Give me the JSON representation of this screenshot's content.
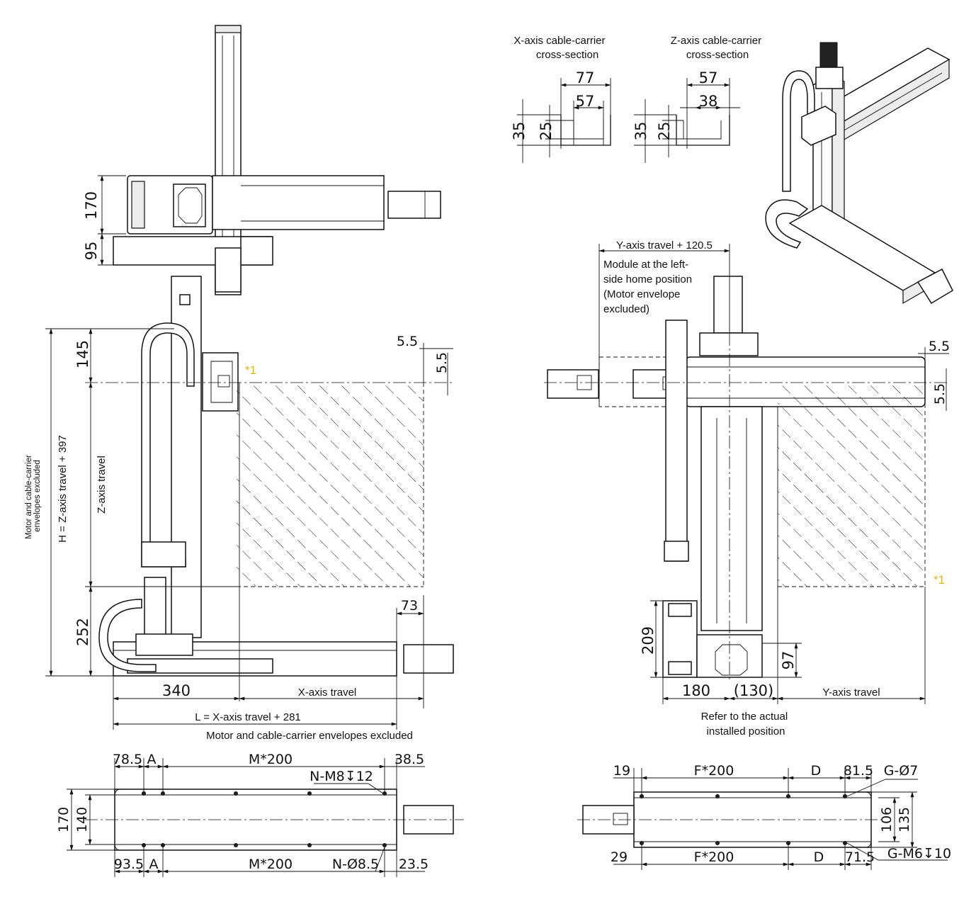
{
  "cross_sections": {
    "x_title": "X-axis cable-carrier\ncross-section",
    "z_title": "Z-axis cable-carrier\ncross-section",
    "x_outer_width": "77",
    "x_inner_width": "57",
    "x_outer_height": "35",
    "x_inner_height": "25",
    "z_outer_width": "57",
    "z_inner_width": "38",
    "z_outer_height": "35",
    "z_inner_height": "25"
  },
  "front_view": {
    "motor_height": "170",
    "motor_offset": "95",
    "top_offset": "145",
    "stroke_margin_h": "5.5",
    "stroke_margin_v": "5.5",
    "z_travel_label": "Z-axis travel",
    "base_height": "252",
    "motor_length": "73",
    "left_dim": "340",
    "x_travel_label": "X-axis travel",
    "l_label": "L = X-axis travel + 281",
    "envelope_note": "Motor and cable-carrier envelopes excluded",
    "h_label": "H = Z-axis travel + 397",
    "h_note": "Motor and cable-carrier\nenvelopes excluded",
    "marker": "*1"
  },
  "side_view": {
    "y_offset_label": "Y-axis travel + 120.5",
    "home_note": "Module at the left-\nside home position\n(Motor envelope\nexcluded)",
    "margin_top": "5.5",
    "margin_bottom": "5.5",
    "marker": "*1",
    "height_209": "209",
    "height_97": "97",
    "width_180": "180",
    "width_130": "(130)",
    "y_travel_label": "Y-axis travel",
    "refer_note": "Refer to the actual\ninstalled position"
  },
  "x_base": {
    "top_left": "78.5",
    "top_a": "A",
    "top_m": "M*200",
    "top_right": "38.5",
    "tap_label": "N-M8↧12",
    "height_outer": "170",
    "height_inner": "140",
    "bottom_left": "93.5",
    "bottom_a": "A",
    "bottom_m": "M*200",
    "hole_label": "N-Ø8.5",
    "bottom_right": "23.5"
  },
  "y_base": {
    "top_left": "19",
    "top_f": "F*200",
    "top_d": "D",
    "top_right": "81.5",
    "hole_label": "G-Ø7",
    "height_inner": "106",
    "height_outer": "135",
    "bottom_left": "29",
    "bottom_f": "F*200",
    "bottom_d": "D",
    "bottom_right": "71.5",
    "tap_label": "G-M6↧10"
  }
}
